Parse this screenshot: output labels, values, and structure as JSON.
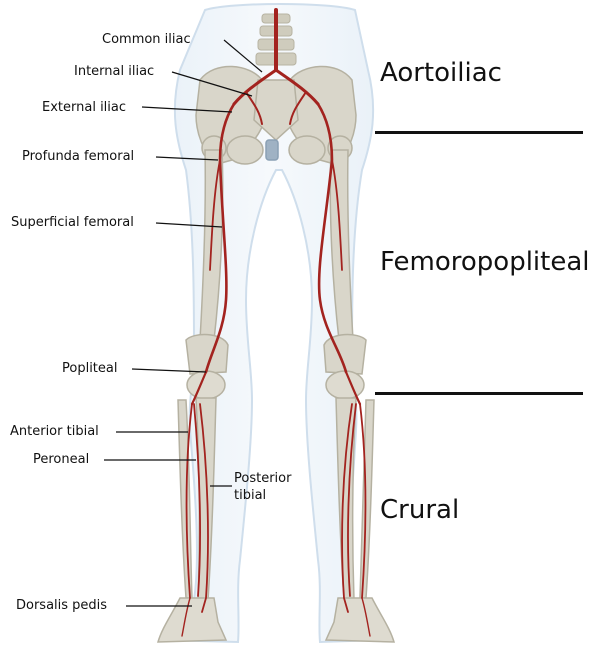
{
  "labels": {
    "common_iliac": "Common iliac",
    "internal_iliac": "Internal iliac",
    "external_iliac": "External iliac",
    "profunda_femoral": "Profunda femoral",
    "superficial_femoral": "Superficial femoral",
    "popliteal": "Popliteal",
    "anterior_tibial": "Anterior tibial",
    "peroneal": "Peroneal",
    "posterior_tibial_line1": "Posterior",
    "posterior_tibial_line2": "tibial",
    "dorsalis_pedis": "Dorsalis pedis"
  },
  "regions": {
    "aortoiliac": "Aortoiliac",
    "femoropopliteal": "Femoropopliteal",
    "crural": "Crural"
  },
  "colors": {
    "artery": "#a3231f",
    "bone": "#d6d3c6",
    "body_silhouette": "#dbe8f3"
  }
}
